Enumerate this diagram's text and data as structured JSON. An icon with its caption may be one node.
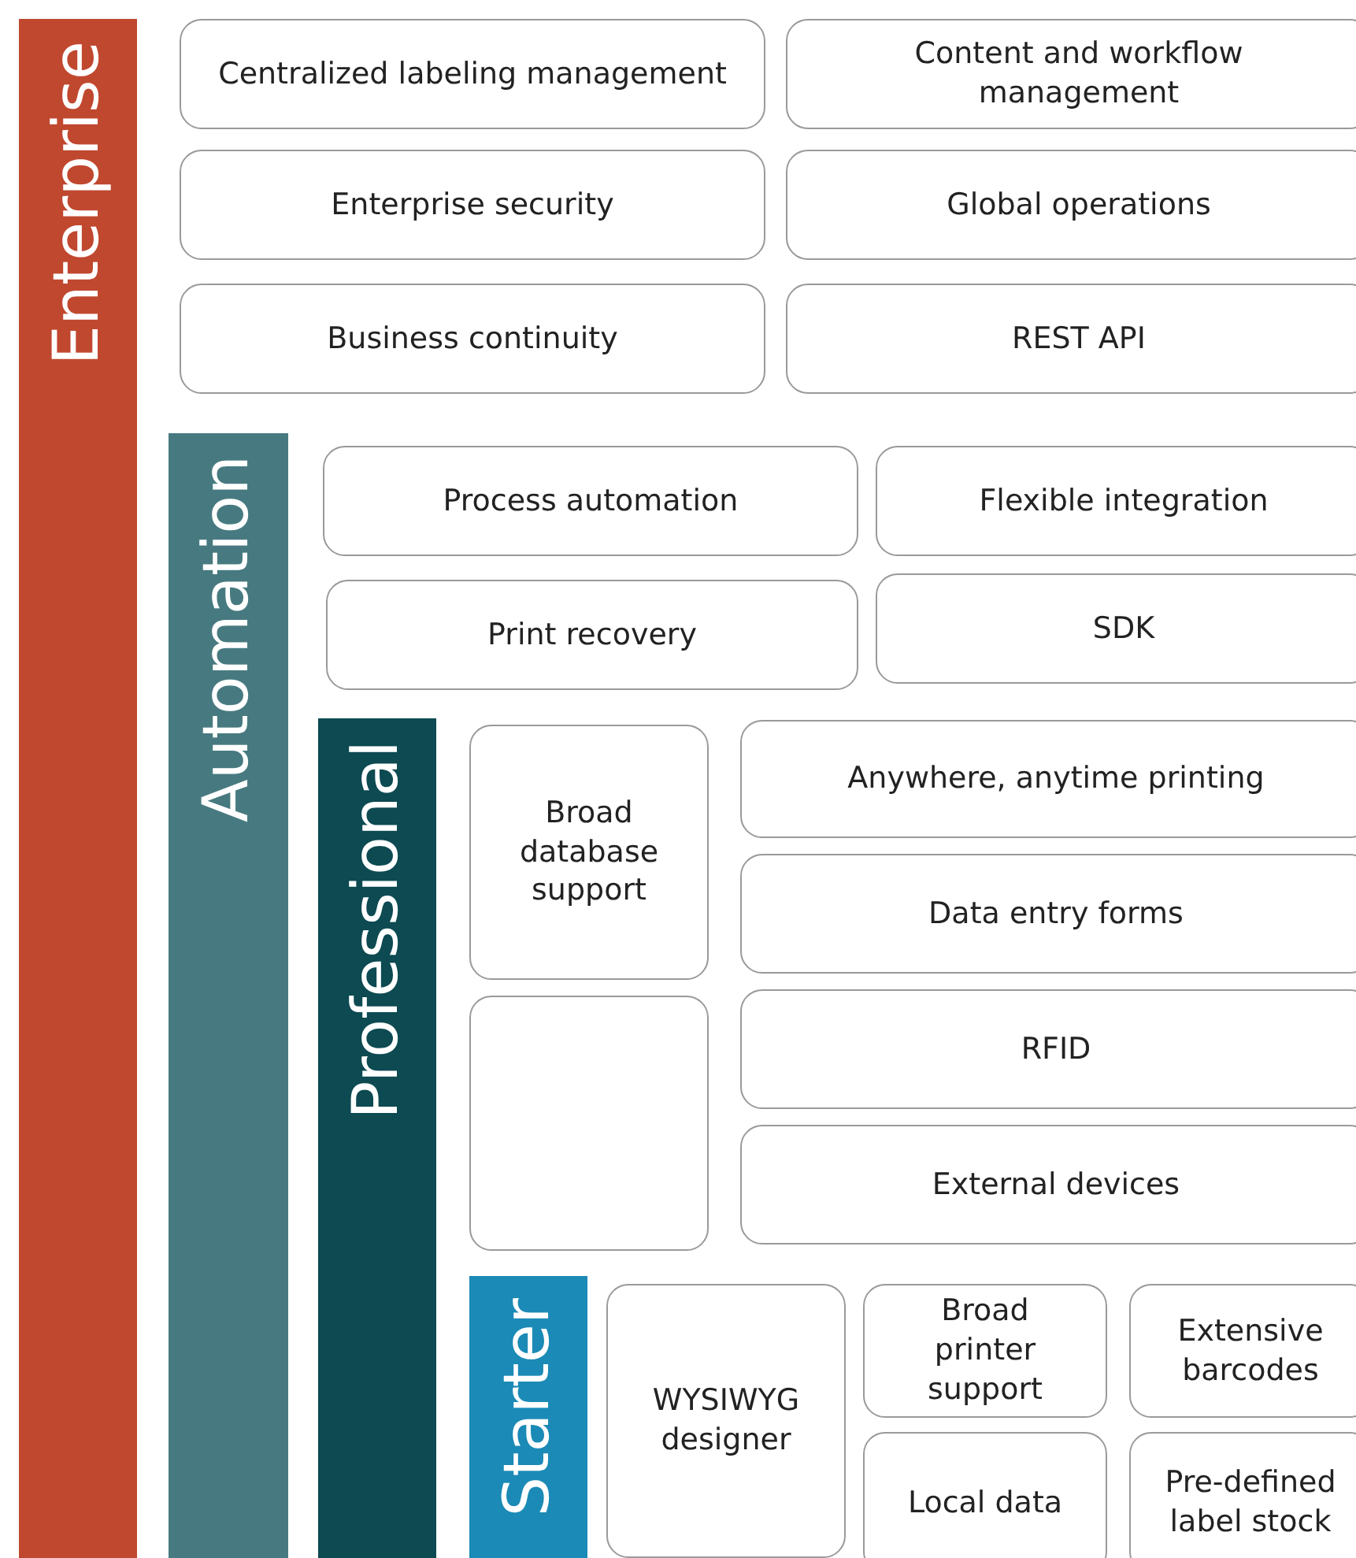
{
  "diagram": {
    "nodes": [
      {
        "text": [
          "Enterprise"
        ]
      },
      {
        "text": [
          "Centralized labeling management"
        ]
      },
      {
        "text": [
          "Content and workflow management"
        ]
      },
      {
        "text": [
          "Enterprise security"
        ]
      },
      {
        "text": [
          "Global operations"
        ]
      },
      {
        "text": [
          "Business continuity"
        ]
      },
      {
        "text": [
          "REST API"
        ]
      },
      {
        "text": [
          "Automation"
        ]
      },
      {
        "text": [
          "Process automation"
        ]
      },
      {
        "text": [
          "Flexible integration"
        ]
      },
      {
        "text": [
          "Print recovery"
        ]
      },
      {
        "text": [
          "SDK"
        ]
      },
      {
        "text": [
          "Professional"
        ]
      },
      {
        "text": [
          "Broad database support"
        ]
      },
      {
        "text": [
          "Anywhere, anytime printing"
        ]
      },
      {
        "text": [],
        "shape": "box"
      },
      {
        "text": [
          "Data entry forms"
        ]
      },
      {
        "text": [
          "RFID"
        ]
      },
      {
        "text": [
          "External devices"
        ]
      },
      {
        "text": [
          "Starter"
        ]
      },
      {
        "text": [
          "WYSIWYG designer"
        ]
      },
      {
        "text": [
          "Broad printer support"
        ]
      },
      {
        "text": [
          "Extensive barcodes"
        ]
      },
      {
        "text": [
          "Local data"
        ]
      },
      {
        "text": [
          "Pre-defined label stock"
        ]
      }
    ]
  }
}
